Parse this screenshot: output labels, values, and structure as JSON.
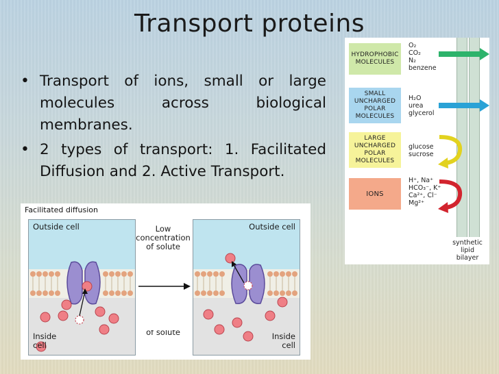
{
  "slide": {
    "title": "Transport proteins",
    "bullets": [
      "Transport of ions, small or large molecules across biological membranes.",
      "2 types of transport: 1. Facilitated Diffusion and 2. Active Transport."
    ]
  },
  "figure_right": {
    "categories": [
      {
        "label": "HYDROPHOBIC\nMOLECULES",
        "color": "#cfe8a9",
        "molecules": "O₂\nCO₂\nN₂\nbenzene",
        "arrow": "passes",
        "arrow_color": "#2db36b"
      },
      {
        "label": "SMALL\nUNCHARGED\nPOLAR\nMOLECULES",
        "color": "#a9d6ef",
        "molecules": "H₂O\nurea\nglycerol",
        "arrow": "passes",
        "arrow_color": "#2aa2d6"
      },
      {
        "label": "LARGE\nUNCHARGED\nPOLAR\nMOLECULES",
        "color": "#f6f39a",
        "molecules": "glucose\nsucrose",
        "arrow": "blocked",
        "arrow_color": "#e2d21f"
      },
      {
        "label": "IONS",
        "color": "#f4a98a",
        "molecules": "H⁺, Na⁺\nHCO₃⁻, K⁺\nCa²⁺, Cl⁻\nMg²⁺",
        "arrow": "blocked",
        "arrow_color": "#d2242e"
      }
    ],
    "bilayer_label": "synthetic\nlipid\nbilayer"
  },
  "figure_bottom": {
    "title": "Facilitated diffusion",
    "left_panel": {
      "outside_label": "Outside cell",
      "inside_label": "Inside\ncell"
    },
    "right_panel": {
      "outside_label": "Outside cell",
      "inside_label": "Inside\ncell"
    },
    "low_concentration": "Low\nconcentration\nof solute",
    "high_concentration": "High\nconcentration\nof solute"
  }
}
